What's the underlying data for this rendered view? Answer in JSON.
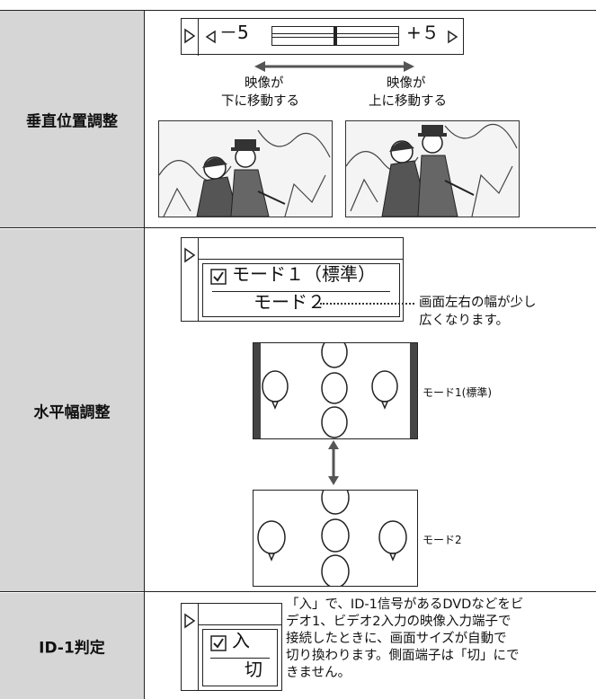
{
  "rows": {
    "vertical": {
      "label": "垂直位置調整",
      "slider": {
        "left": "5",
        "right": "+５",
        "level": 0.5
      },
      "arrow_left": [
        "映像が",
        "下に移動する"
      ],
      "arrow_right": [
        "映像が",
        "上に移動する"
      ]
    },
    "horizontal": {
      "label": "水平幅調整",
      "mode1": "モード１（標準）",
      "mode2": "モード２",
      "note": [
        "画面左右の幅が少し",
        "広くなります。"
      ],
      "screen1_label": "モード1(標準)",
      "screen2_label": "モード2"
    },
    "id1": {
      "label": "ID-1判定",
      "opt_on": "入",
      "opt_off": "切",
      "desc": [
        "「入」で、ID-1信号があるDVDなどをビ",
        "デオ1、ビデオ2入力の映像入力端子で",
        "接続したときに、画面サイズが自動で",
        "切り換わります。側面端子は「切」にで",
        "きません。"
      ]
    }
  },
  "colors": {
    "label_bg": "#d6d6d6",
    "line": "#222222"
  },
  "icons": [
    "play-triangle-icon",
    "checkbox-icon",
    "double-arrow-icon",
    "balloon-icon"
  ]
}
